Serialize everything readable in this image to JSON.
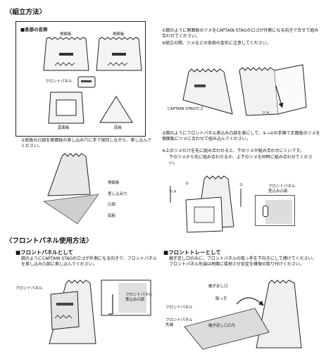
{
  "assembly": {
    "title": "〈組立方法〉",
    "parts_heading": "■各部の名称",
    "parts": {
      "side_panel_left": "側面板",
      "side_panel_right": "側面板",
      "front_panel": "フロントパネル",
      "straight_panel": "直面板",
      "bottom_panel": "底板"
    },
    "step1": {
      "text": "①図のように側面板のツメをCAPTAIN STAGのロゴが外側になる向きで合せて組み合わせてください。",
      "note": "※組立の際、ツメなどの各部の変形に注意してください。",
      "labels": {
        "logo": "CAPTAIN STAGロゴ",
        "tab": "ツメ"
      }
    },
    "step2": {
      "text": "②底板の凸部を側面板の差し込み穴に手で保持しながら、差し込んでください。",
      "labels": {
        "side_panel": "側面板",
        "slot": "差し込み穴",
        "convex": "凸部",
        "bottom": "底板"
      }
    },
    "step3": {
      "text1": "③図のようにフロントパネル差込み凸部を表にして、①→②の手順で正面板のツメを側面板にツメに合わせて組み込んでください。",
      "note": "※上のツメだけを先に組み合わせると、下のツメが組み合わせにくいです。",
      "text2": "下のツメから先に組み合わせるか、上下のツメを同時に組み合わせてください。",
      "labels": {
        "one": "①",
        "two": "②",
        "tab": "ツメ",
        "front_panel": "フロントパネル",
        "front_convex": "差込み凸部"
      }
    }
  },
  "usage": {
    "title": "〈フロントパネル使用方法〉",
    "as_panel": {
      "heading": "■フロントパネルとして",
      "text": "図のようにCAPTAIN STAGのロゴが外側になる向きで、フロントパネルを差し込み凸部に差し込んでください。",
      "labels": {
        "front_panel": "フロントパネル",
        "front_panel_convex1": "フロントパネル",
        "front_panel_convex2": "差込み凸部"
      }
    },
    "as_tray": {
      "heading": "■フロントトレーとして",
      "text": "継ぎ足し口のみに、フロントパネルの取っ手を下向きにして挿けてください。フロントパネル先端は地面に接地させ安定を確保の取り付けください。",
      "labels": {
        "feed_opening": "継ぎ足し口",
        "handle": "取っ手",
        "front_panel": "フロントパネル",
        "tip1": "フロントパネル",
        "tip2": "先端",
        "feed_convex": "継ぎ足し口凸ち"
      }
    }
  }
}
